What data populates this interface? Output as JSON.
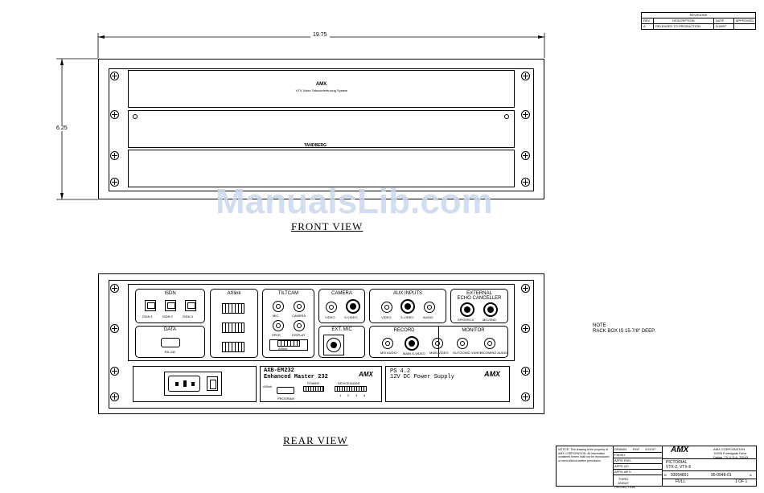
{
  "revisions": {
    "title": "REVISIONS",
    "headers": [
      "REV",
      "DESCRIPTION",
      "DATE",
      "APPROVED"
    ],
    "rows": [
      [
        "A",
        "RELEASED TO PRODUCTION",
        "2/18/97",
        ""
      ]
    ]
  },
  "dimensions": {
    "width": "19.75",
    "height": "6.25"
  },
  "front_view": {
    "title": "FRONT VIEW",
    "top_panel_brand": "AMX",
    "top_panel_text": "VTX Video Teleconferencing System",
    "tandberg_label": "TANDBERG"
  },
  "rear_view": {
    "title": "REAR VIEW",
    "isdn": {
      "title": "ISDN",
      "ports": [
        "ISDN 1",
        "ISDN 2",
        "ISDN 3"
      ]
    },
    "axlink": {
      "title": "AXlink"
    },
    "tiltcam": {
      "title": "TILTCAM",
      "labels": [
        "MIC",
        "CAMERA",
        "SPKR",
        "DISPLAY"
      ],
      "bottom": "AXlink"
    },
    "camera": {
      "title": "CAMERA",
      "labels": [
        "VIDEO",
        "S-VIDEO"
      ]
    },
    "aux_inputs": {
      "title": "AUX INPUTS",
      "labels": [
        "VIDEO",
        "S-VIDEO",
        "AUDIO"
      ]
    },
    "echo": {
      "title_line1": "EXTERNAL",
      "title_line2": "ECHO CANCELLER",
      "labels": [
        "SPKR/RCV",
        "MIC/SND"
      ]
    },
    "data": {
      "title": "DATA",
      "port": "RS-232"
    },
    "ext_mic": {
      "title": "EXT. MIC"
    },
    "record": {
      "title": "RECORD",
      "labels": [
        "MIX AUDIO",
        "MAIN S-VIDEO"
      ]
    },
    "monitor": {
      "title": "MONITOR",
      "labels": [
        "MAIN VIDEO",
        "OUTGOING VIDEO",
        "INCOMING AUDIO"
      ]
    },
    "master": {
      "model": "AXB-EM232",
      "name": "Enhanced Master 232",
      "brand": "AMX",
      "labels": [
        "AXlink",
        "PROGRAM",
        "POWER",
        "DEVICE/ADDR"
      ],
      "dip_numbers": [
        "1",
        "2",
        "3",
        "4"
      ]
    },
    "psu": {
      "model": "PS 4.2",
      "desc": "12V DC Power Supply",
      "brand": "AMX"
    }
  },
  "note": {
    "line1": "NOTE",
    "line2": "RACK BOX IS 15-7/8\" DEEP."
  },
  "title_block": {
    "brand": "AMX",
    "company": "AMX CORPORATION",
    "address1": "11995 Forestgate Drive",
    "address2": "Dallas, TX U.S.A. 75243",
    "notice": "NOTICE: This drawing is the property of AMX CORPORATION. All information contained herein shall not be reproduced or used without written permission.",
    "rows": [
      "DRAWN",
      "FINISH",
      "APPD ENG",
      "APPD QC",
      "APPD MFG"
    ],
    "drawn_by": "RGF",
    "drawn_date": "2/21/97",
    "title1": "PICTORIAL",
    "title2": "VTX-2, VTX-6",
    "size": "B",
    "cage": "93064801",
    "dwg_no": "95-0948-01",
    "rev": "A",
    "scale": "FULL",
    "sheet": "1 OF 1",
    "third_angle": "THIRD ANGLE PROJECTION"
  },
  "watermark": "ManualsLib.com"
}
